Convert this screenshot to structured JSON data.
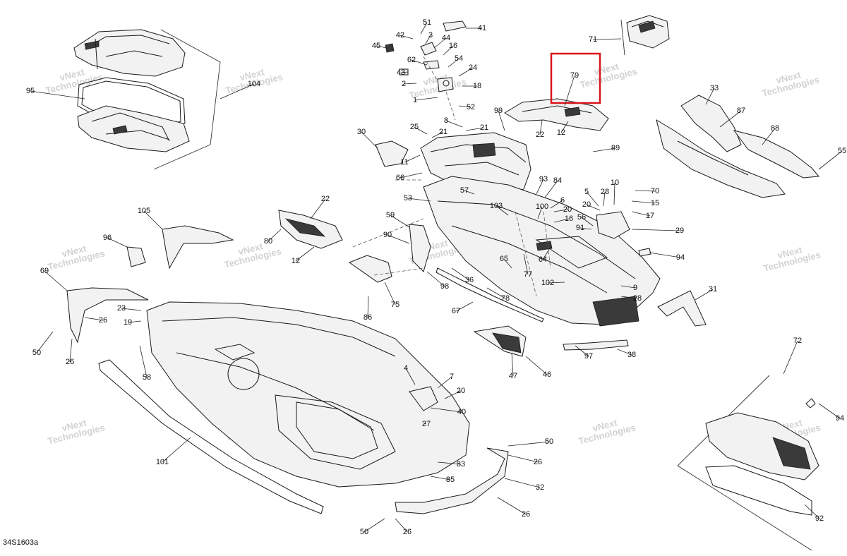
{
  "diagram": {
    "code": "34S1603a",
    "watermark_line1": "vNext",
    "watermark_line2": "Technologies",
    "highlight_color": "#d9141b",
    "callouts": [
      "51",
      "41",
      "42",
      "3",
      "44",
      "45",
      "16",
      "62",
      "54",
      "24",
      "43",
      "2",
      "18",
      "1",
      "52",
      "71",
      "79",
      "104",
      "95",
      "33",
      "87",
      "88",
      "55",
      "8",
      "21",
      "21",
      "99",
      "22",
      "12",
      "25",
      "30",
      "11",
      "66",
      "89",
      "93",
      "84",
      "57",
      "53",
      "6",
      "20",
      "103",
      "100",
      "16",
      "5",
      "28",
      "10",
      "70",
      "15",
      "20",
      "17",
      "56",
      "91",
      "29",
      "22",
      "105",
      "80",
      "12",
      "96",
      "59",
      "90",
      "94",
      "65",
      "77",
      "64",
      "102",
      "9",
      "28",
      "31",
      "98",
      "36",
      "75",
      "78",
      "67",
      "69",
      "23",
      "19",
      "26",
      "50",
      "26",
      "86",
      "58",
      "97",
      "38",
      "47",
      "46",
      "72",
      "94",
      "4",
      "7",
      "20",
      "40",
      "27",
      "50",
      "26",
      "83",
      "85",
      "101",
      "32",
      "50",
      "26",
      "26",
      "92"
    ]
  }
}
